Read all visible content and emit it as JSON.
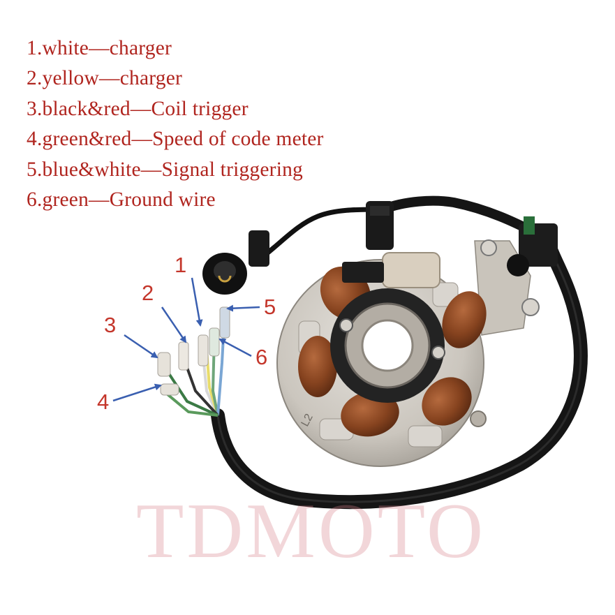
{
  "legend": {
    "items": [
      "1.white—charger",
      "2.yellow—charger",
      "3.black&red—Coil trigger",
      "4.green&red—Speed of code meter",
      "5.blue&white—Signal triggering",
      "6.green—Ground wire"
    ]
  },
  "callouts": {
    "n1": "1",
    "n2": "2",
    "n3": "3",
    "n4": "4",
    "n5": "5",
    "n6": "6"
  },
  "watermark": "TDMOTO",
  "colors": {
    "label_text": "#b0251f",
    "arrow": "#3a5fb0",
    "coil_copper": "#8a4a2a",
    "stator_metal": "#cfcac2",
    "cable": "#1a1a1a"
  }
}
